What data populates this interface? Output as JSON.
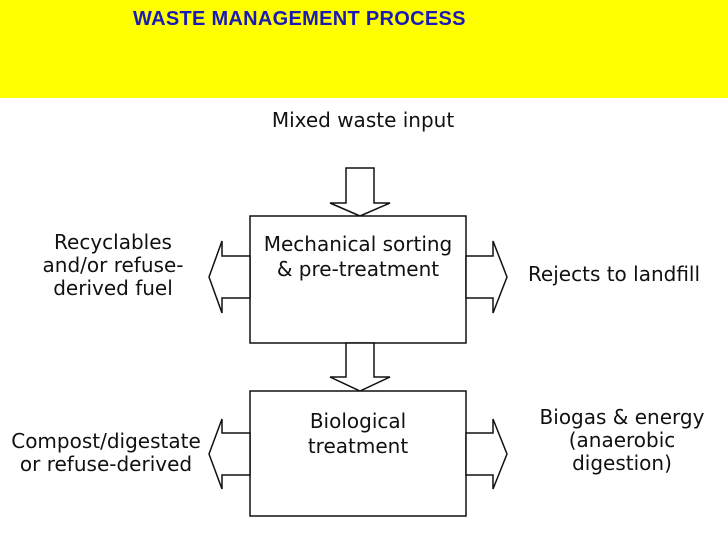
{
  "header": {
    "title": "WASTE MANAGEMENT PROCESS",
    "background_color": "#ffff00",
    "title_color": "#1a1ab4"
  },
  "diagram": {
    "input_label": "Mixed waste input",
    "stage1": {
      "box_label": "Mechanical sorting\n& pre-treatment",
      "left_output": "Recyclables\nand/or refuse-\nderived fuel",
      "right_output": "Rejects to landfill"
    },
    "stage2": {
      "box_label": "Biological\ntreatment",
      "left_output": "Compost/digestate\nor refuse-derived",
      "right_output": "Biogas & energy\n(anaerobic\ndigestion)"
    }
  }
}
